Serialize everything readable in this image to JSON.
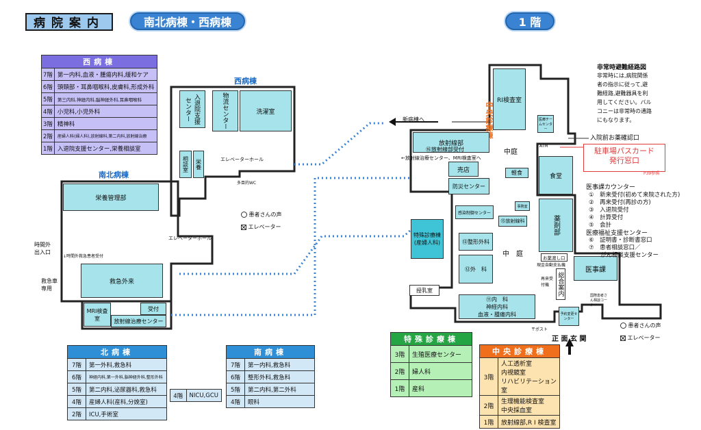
{
  "header": {
    "title": "病院案内",
    "building": "南北病棟・西病棟",
    "floor": "1 階"
  },
  "west_table": {
    "header": "西病棟",
    "color": "#7a6ee0",
    "rows": [
      {
        "floor": "7階",
        "text": "第一内科,血液・腫瘍内科,緩和ケア"
      },
      {
        "floor": "6階",
        "text": "頭頸部・耳鼻咽喉科,皮膚科,形成外科"
      },
      {
        "floor": "5階",
        "text": "第三内科,神経内科,脳神経外科,耳鼻咽喉科"
      },
      {
        "floor": "4階",
        "text": "小児科,小児外科"
      },
      {
        "floor": "3階",
        "text": "精神科"
      },
      {
        "floor": "2階",
        "text": "産婦人科(婦人科),放射線科,第二内科,放射線治療"
      },
      {
        "floor": "1階",
        "text": "入退院支援センター,栄養相談室"
      }
    ]
  },
  "north_table": {
    "header": "北病棟",
    "color": "#2f8fd6",
    "rows": [
      {
        "floor": "7階",
        "text": "第一外科,救急科"
      },
      {
        "floor": "6階",
        "text": "神経内科,第一外科,脳神経外科,整形外科"
      },
      {
        "floor": "5階",
        "text": "第二内科,泌尿器科,救急科"
      },
      {
        "floor": "4階",
        "text": "産婦人科(産科,分娩室)"
      },
      {
        "floor": "2階",
        "text": "ICU,手術室"
      }
    ],
    "extra": {
      "floor": "4階",
      "text": "NICU,GCU"
    }
  },
  "south_table": {
    "header": "南病棟",
    "color": "#2f8fd6",
    "rows": [
      {
        "floor": "7階",
        "text": "第一内科,救急科"
      },
      {
        "floor": "6階",
        "text": "整形外科,救急科"
      },
      {
        "floor": "5階",
        "text": "第二内科,第二外科"
      },
      {
        "floor": "4階",
        "text": "眼科"
      }
    ]
  },
  "special_table": {
    "header": "特殊診療棟",
    "color": "#25a544",
    "rows": [
      {
        "floor": "3階",
        "text": "生殖医療センター"
      },
      {
        "floor": "2階",
        "text": "婦人科"
      },
      {
        "floor": "1階",
        "text": "産科"
      }
    ]
  },
  "central_table": {
    "header": "中央診療棟",
    "color": "#ef6f1c",
    "rows": [
      {
        "floor": "3階",
        "text": "人工透析室\n内視鏡室\nリハビリテーション室"
      },
      {
        "floor": "2階",
        "text": "生理機能検査室\n中央採血室"
      },
      {
        "floor": "1階",
        "text": "放射線部,R I 検査室"
      }
    ]
  },
  "left_map": {
    "west_label": "西病棟",
    "south_north_label": "南北病棟",
    "rooms": {
      "admission": "入退院支援センター",
      "logistics": "物流センター",
      "laundry": "洗濯室",
      "consult": "相談室",
      "nutrition_room": "栄養",
      "nutrition_dept": "栄養管理部",
      "emergency": "救急外来",
      "mri": "MRI検査室",
      "reception": "受付",
      "radiation": "放射線治療センター"
    },
    "labels": {
      "elevator_hall_west": "エレベーターホール",
      "multi_wc": "多目的WC",
      "elevator_hall_south": "エレベーターホール",
      "night_entrance": "時間外出入口",
      "night_reception": "↓時間外救急患者受付",
      "ambulance": "救急車専用",
      "voice_legend": "患者さんの声",
      "elevator_legend": "エレベーター"
    }
  },
  "right_map": {
    "central_label": "中央診療棟",
    "rooms": {
      "ri": "RI検査室",
      "radiology": "放射線部",
      "radiology_reception": "⑯放射線部受付",
      "shop": "売店",
      "disaster": "防災センター",
      "infection": "感染制御センター",
      "special": "特殊診療棟(産婦人科)",
      "ortho": "⑬整形外科",
      "surgery": "⑫外　科",
      "radiation_tx": "⑮放射線科",
      "internal": "⑪内　科\n神経内科\n血液・腫瘍内科",
      "courtyard1": "中庭",
      "courtyard2": "中　庭",
      "cafe": "軽食",
      "dining": "食堂",
      "pharmacy": "薬剤部",
      "medical_affairs": "医事課",
      "general_info": "総合案内",
      "lactation": "授乳室",
      "team": "医療チームセンター",
      "clerk": "事務室",
      "pharmacy_window": "お薬渡し口",
      "support_center": "予約変更センター",
      "voice_corner": "国際患者さん相談コーナー"
    },
    "labels": {
      "to_new": "新病棟へ",
      "to_mri": "←放射線治療センター、MRI検査室へ",
      "atm": "ATM",
      "pre_admission": "入院前お薬確認口",
      "cashier": "現金自動支払機",
      "reentry": "再来受付機",
      "post": "〒ポスト",
      "main_entrance": "正 面 玄 関",
      "voice_legend": "患者さんの声",
      "elevator_legend": "エレベーター"
    },
    "evac_title": "非常時避難経路図",
    "evac_text": "非常時には,病院関係者の指示に従って,避難経路,避難器具を利用してください。バルコニーは非常時の通路にもなります。",
    "parking_notice": "駐車場パスカード\n発行窓口",
    "parking_ref": "P39参照",
    "counter_title": "医事課カウンター",
    "counter_items": [
      "①　新来受付(初めて来院された方)",
      "②　再来受付(再診の方)",
      "③　入退院受付",
      "④　計算受付",
      "⑤　会計"
    ],
    "support_title": "医療福祉支援センター",
    "support_items": [
      "⑥　証明書・診断書窓口",
      "⑦　患者相談窓口／",
      "　　がん相談支援センター"
    ]
  }
}
